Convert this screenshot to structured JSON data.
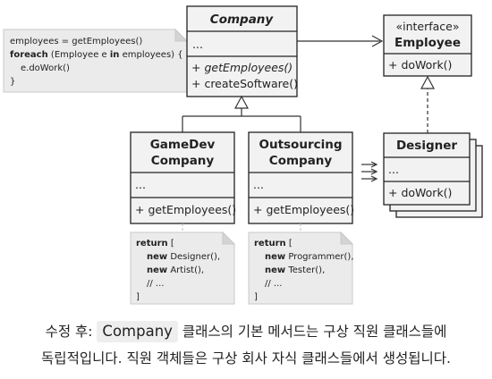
{
  "classes": {
    "company": {
      "title": "Company",
      "fields": "...",
      "method1": "+ ",
      "method1_name": "getEmployees()",
      "method2": "+ createSoftware()"
    },
    "employee": {
      "stereotype": "«interface»",
      "title": "Employee",
      "method": "+ doWork()"
    },
    "gamedev": {
      "title_line1": "GameDev",
      "title_line2": "Company",
      "fields": "...",
      "method": "+ getEmployees()"
    },
    "outsourcing": {
      "title_line1": "Outsourcing",
      "title_line2": "Company",
      "fields": "...",
      "method": "+ getEmployees()"
    },
    "designer": {
      "title": "Designer",
      "fields": "...",
      "method": "+ doWork()"
    }
  },
  "notes": {
    "company_note": {
      "line1": "employees = getEmployees()",
      "line2_kw1": "foreach",
      "line2_a": " (Employee e ",
      "line2_kw2": "in",
      "line2_b": " employees) {",
      "line3": "e.doWork()",
      "line4": "}"
    },
    "gamedev_note": {
      "line1_kw": "return",
      "line1_rest": " [",
      "line2_kw": "new",
      "line2_rest": " Designer(),",
      "line3_kw": "new",
      "line3_rest": " Artist(),",
      "line4": "// ...",
      "line5": "]"
    },
    "outsourcing_note": {
      "line1_kw": "return",
      "line1_rest": " [",
      "line2_kw": "new",
      "line2_rest": " Programmer(),",
      "line3_kw": "new",
      "line3_rest": " Tester(),",
      "line4": "// ...",
      "line5": "]"
    }
  },
  "caption": {
    "prefix": "수정 후: ",
    "code": "Company",
    "line1_rest": " 클래스의 기본 메서드는 구상 직원 클래스들에",
    "line2": "독립적입니다. 직원 객체들은 구상 회사 자식 클래스들에서 생성됩니다."
  }
}
